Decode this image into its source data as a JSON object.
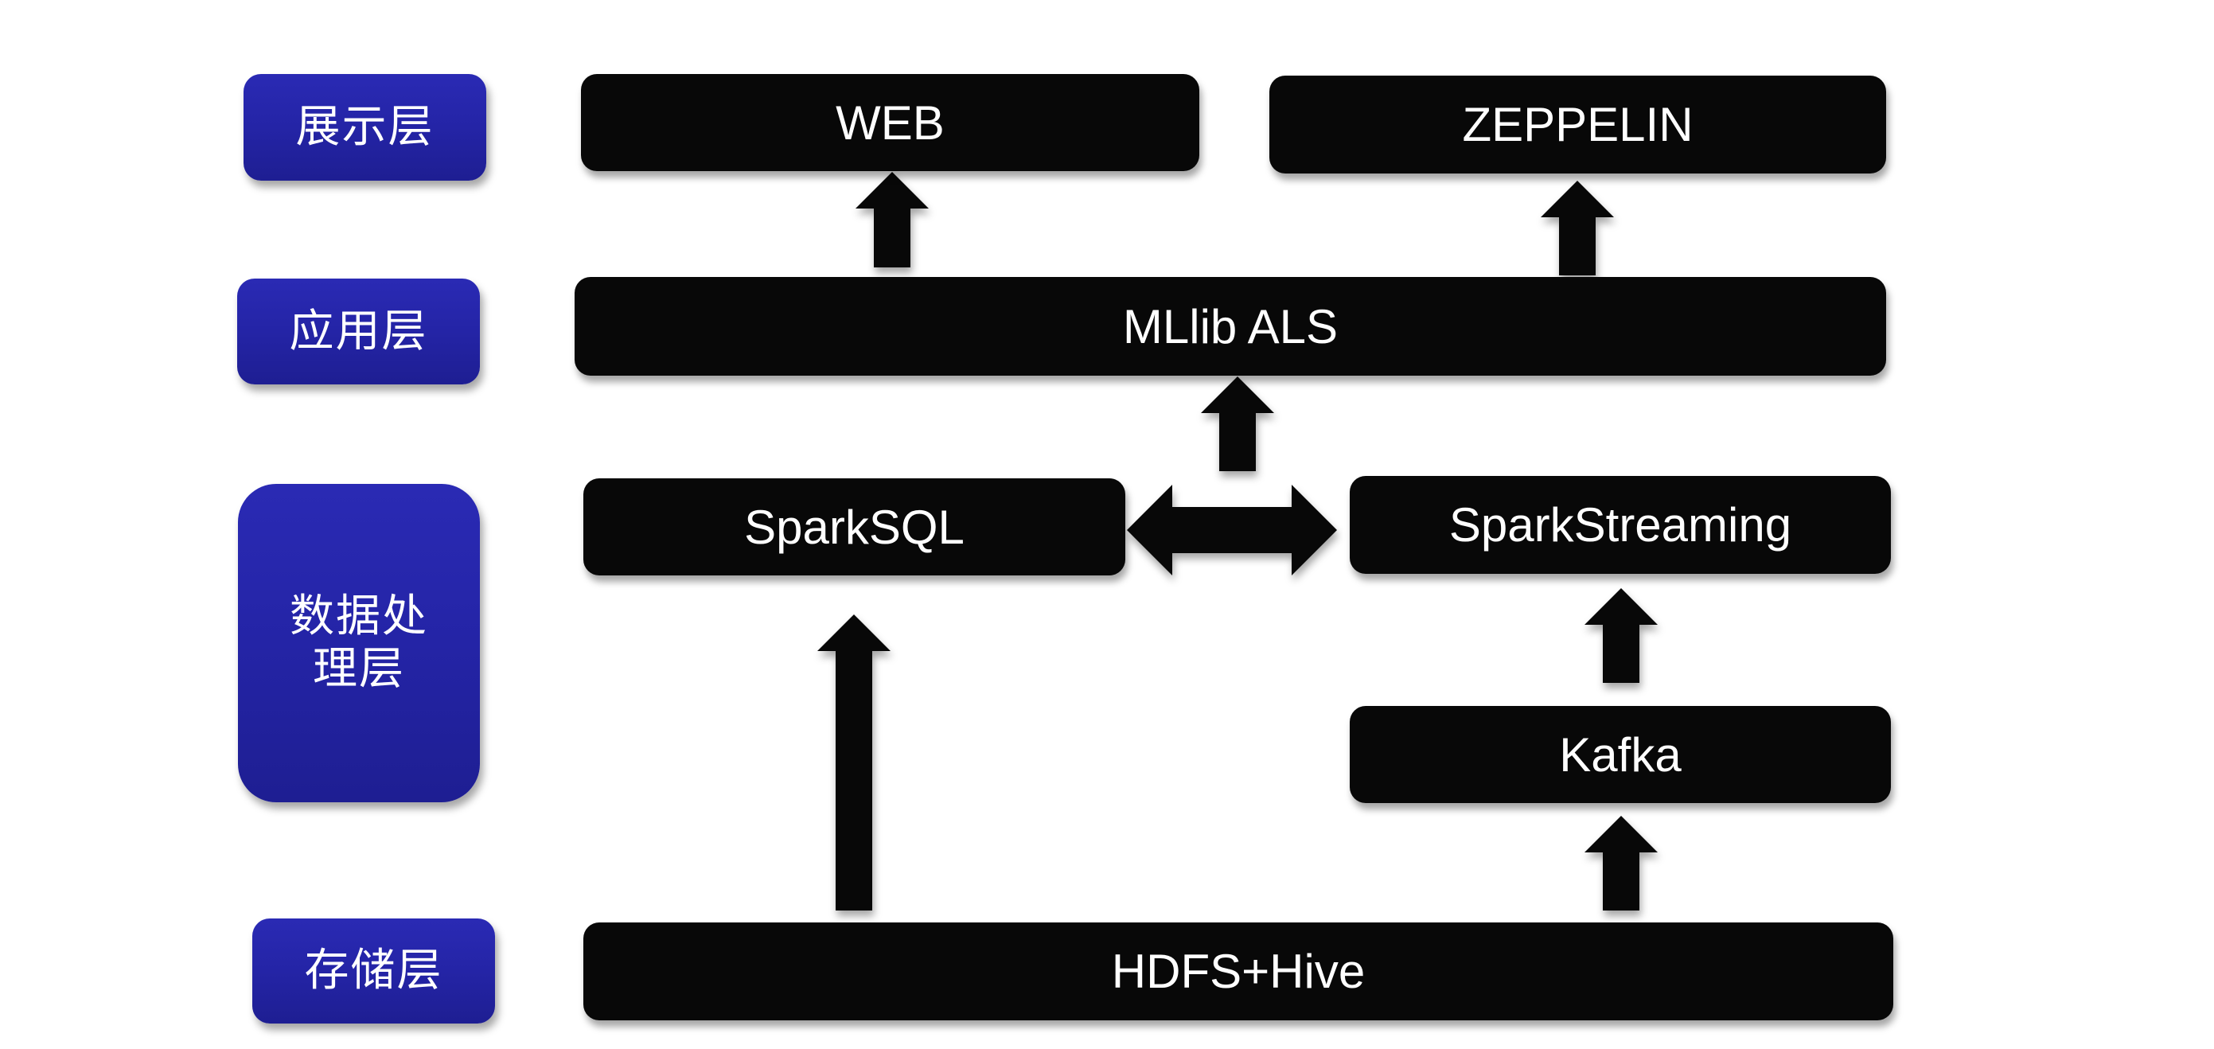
{
  "diagram": {
    "layers": [
      {
        "id": "presentation",
        "label": "展示层"
      },
      {
        "id": "application",
        "label": "应用层"
      },
      {
        "id": "processing",
        "label": "数据处\n理层"
      },
      {
        "id": "storage",
        "label": "存储层"
      }
    ],
    "nodes": {
      "web": "WEB",
      "zeppelin": "ZEPPELIN",
      "mllib_als": "MLlib ALS",
      "sparksql": "SparkSQL",
      "sparkstreaming": "SparkStreaming",
      "kafka": "Kafka",
      "hdfs_hive": "HDFS+Hive"
    },
    "edges": [
      {
        "from": "mllib_als",
        "to": "web",
        "type": "arrow"
      },
      {
        "from": "mllib_als",
        "to": "zeppelin",
        "type": "arrow"
      },
      {
        "from": "sparksql_sparkstreaming",
        "to": "mllib_als",
        "type": "arrow"
      },
      {
        "from": "sparksql",
        "to": "sparkstreaming",
        "type": "bidirectional"
      },
      {
        "from": "hdfs_hive",
        "to": "sparksql",
        "type": "arrow"
      },
      {
        "from": "kafka",
        "to": "sparkstreaming",
        "type": "arrow"
      },
      {
        "from": "hdfs_hive",
        "to": "kafka",
        "type": "arrow"
      }
    ],
    "colors": {
      "layer_label_bg": "#2424a6",
      "node_bg": "#080808",
      "text": "#ffffff",
      "background": "#ffffff"
    }
  }
}
